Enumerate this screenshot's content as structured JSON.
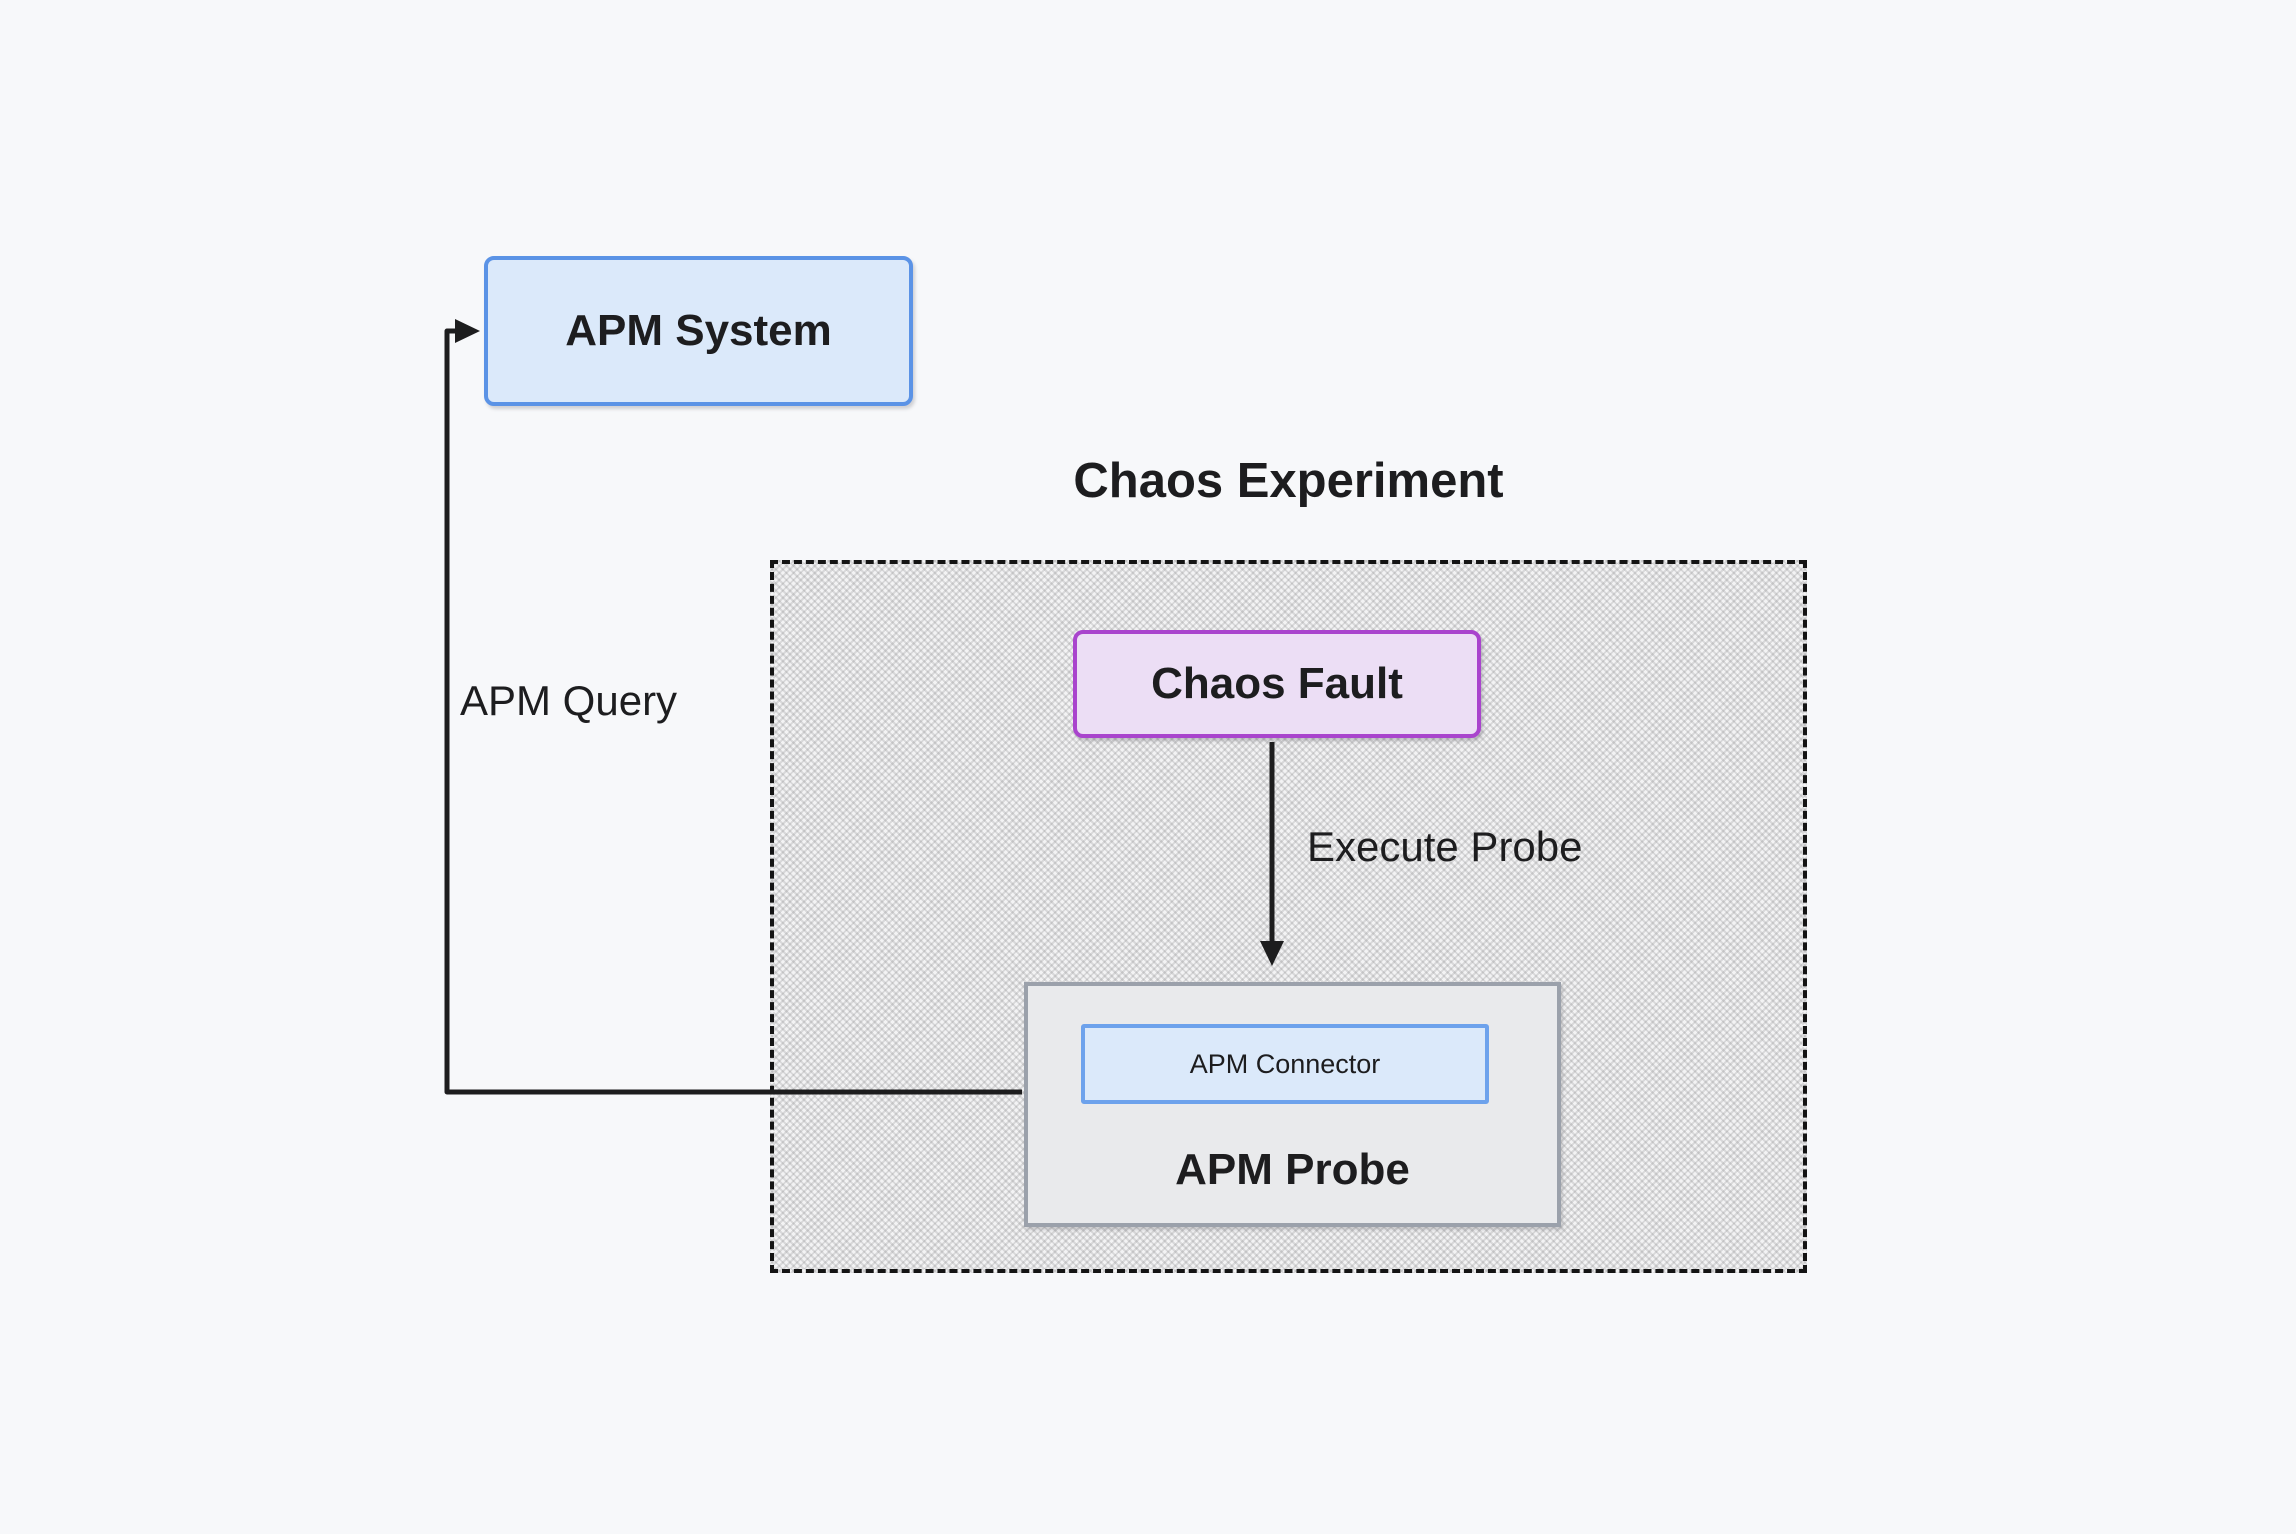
{
  "diagram": {
    "title": "Chaos Experiment",
    "nodes": {
      "apm_system": {
        "label": "APM System"
      },
      "chaos_fault": {
        "label": "Chaos Fault"
      },
      "apm_probe": {
        "label": "APM Probe"
      },
      "apm_connector": {
        "label": "APM Connector"
      }
    },
    "edges": {
      "apm_query": {
        "label": "APM Query",
        "from": "apm_probe",
        "to": "apm_system"
      },
      "execute_probe": {
        "label": "Execute Probe",
        "from": "chaos_fault",
        "to": "apm_probe"
      }
    }
  },
  "colors": {
    "page_bg": "#f7f8fa",
    "text_color": "#1d1d1f",
    "node_blue_border": "#5b93e6",
    "node_blue_fill": "#dbe9fa",
    "node_purple_border": "#a944cd",
    "node_purple_fill": "#ecdef5",
    "node_gray_border": "#9ba1ab",
    "node_gray_fill": "#e9eaec",
    "line_color": "#1d1d1e"
  }
}
